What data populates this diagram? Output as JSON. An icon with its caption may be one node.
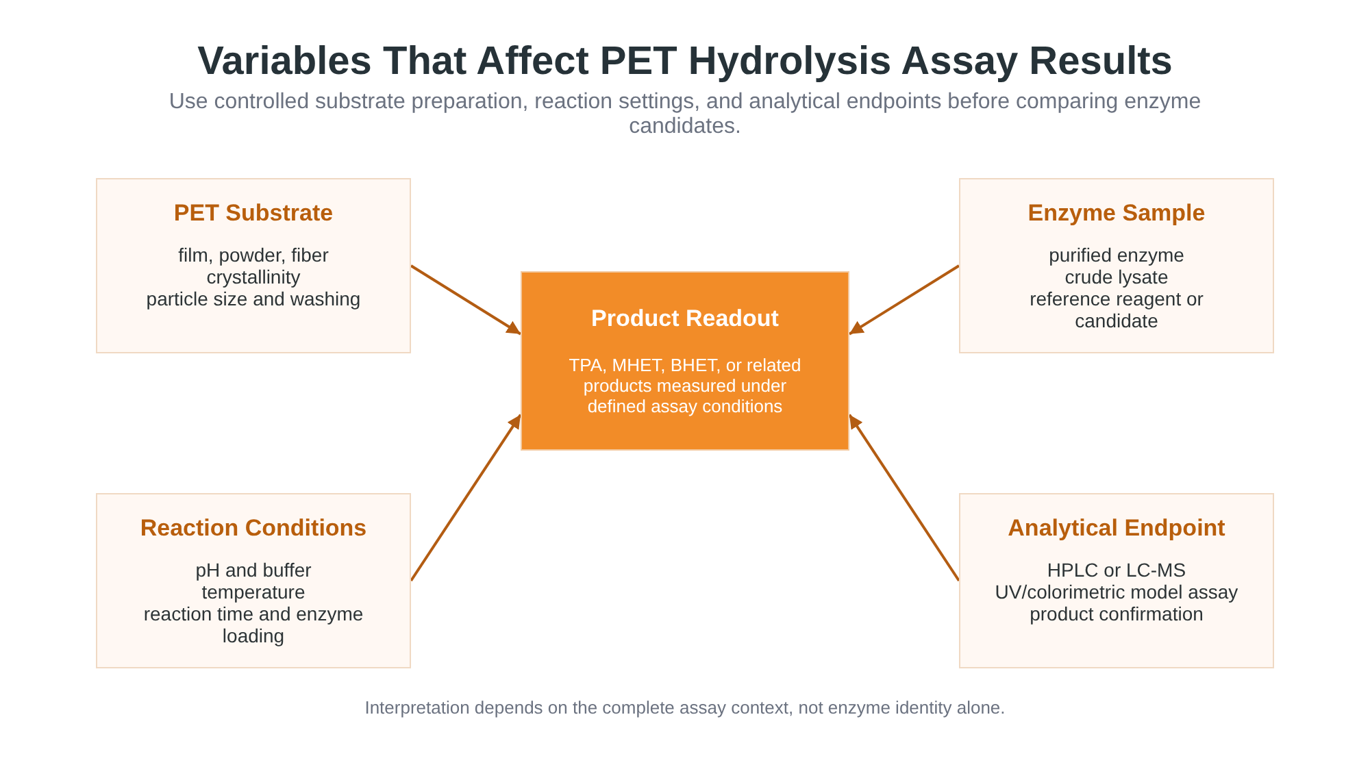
{
  "diagram": {
    "title": "Variables That Affect PET Hydrolysis Assay Results",
    "caption": "Interpretation depends on the complete assay context, not enzyme identity alone.",
    "nodes": [
      {
        "text": [
          "PET Substrate",
          "film, powder, fiber",
          "crystallinity",
          "particle size and washing"
        ]
      },
      {
        "text": [
          "Enzyme Sample",
          "purified enzyme",
          "crude lysate",
          "reference reagent or candidate"
        ]
      },
      {
        "text": [
          "Product Readout",
          "TPA, MHET, BHET, or related products measured under defined assay conditions"
        ]
      },
      {
        "text": [
          "Reaction Conditions",
          "pH and buffer",
          "temperature",
          "reaction time and enzyme loading"
        ]
      },
      {
        "text": [
          "Analytical Endpoint",
          "HPLC or LC-MS",
          "UV/colorimetric model assay",
          "product confirmation"
        ]
      }
    ],
    "edges": [
      {
        "from": 0,
        "to": 2,
        "arrow": "to"
      },
      {
        "from": 1,
        "to": 2,
        "arrow": "to"
      },
      {
        "from": 3,
        "to": 2,
        "arrow": "to"
      },
      {
        "from": 4,
        "to": 2,
        "arrow": "to"
      }
    ],
    "labels": [
      "Use controlled substrate preparation, reaction settings, and analytical endpoints before comparing enzyme candidates."
    ]
  }
}
